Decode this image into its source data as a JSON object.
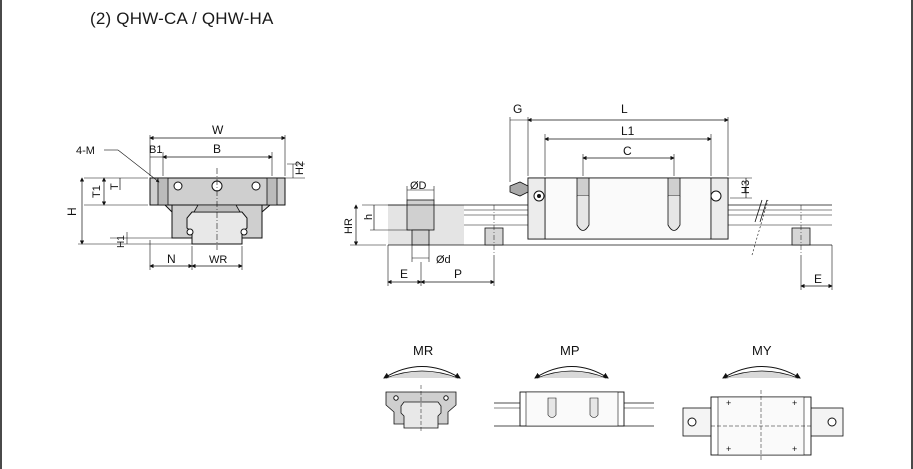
{
  "title": "(2) QHW-CA / QHW-HA",
  "front_view": {
    "labels": {
      "W": "W",
      "B1": "B1",
      "B": "B",
      "M": "4-M",
      "H2": "H2",
      "T1": "T1",
      "T": "T",
      "H": "H",
      "H1": "H1",
      "N": "N",
      "WR": "WR"
    }
  },
  "side_view": {
    "labels": {
      "G": "G",
      "L": "L",
      "L1": "L1",
      "C": "C",
      "H3": "H3",
      "D": "ØD",
      "h": "h",
      "HR": "HR",
      "d": "Ød",
      "E": "E",
      "P": "P",
      "E2": "E"
    }
  },
  "moment_views": {
    "MR": "MR",
    "MP": "MP",
    "MY": "MY"
  }
}
